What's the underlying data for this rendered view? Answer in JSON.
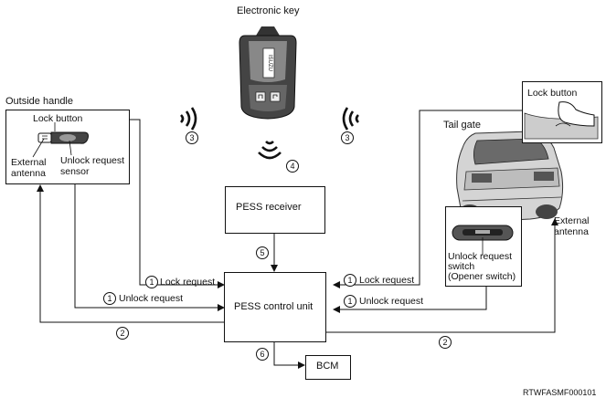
{
  "title_key": "Electronic key",
  "outside_handle": {
    "title": "Outside handle",
    "lock_button": "Lock button",
    "external_antenna": [
      "External",
      "antenna"
    ],
    "unlock_sensor": [
      "Unlock request",
      "sensor"
    ]
  },
  "tailgate": {
    "title": "Tail gate",
    "lock_button": "Lock button",
    "external_antenna": [
      "External",
      "antenna"
    ],
    "switch": [
      "Unlock request",
      "switch",
      "(Opener switch)"
    ]
  },
  "pess_receiver": "PESS receiver",
  "pess_control_unit": "PESS control unit",
  "bcm": "BCM",
  "signals": {
    "lock_request": "Lock request",
    "unlock_request": "Unlock request"
  },
  "markers": {
    "one": "1",
    "two": "2",
    "three": "3",
    "four": "4",
    "five": "5",
    "six": "6"
  },
  "footer_code": "RTWFASMF000101"
}
